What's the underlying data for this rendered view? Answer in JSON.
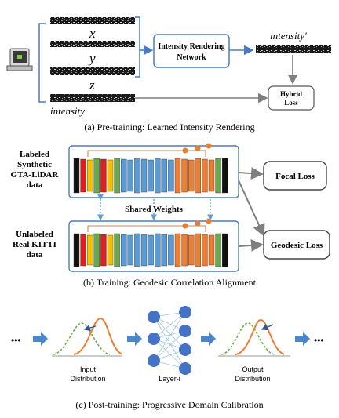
{
  "pretraining": {
    "strip_x": "x",
    "strip_y": "y",
    "strip_z": "z",
    "intensity_label": "intensity",
    "network_line1": "Intensity Rendering",
    "network_line2": "Network",
    "output_label": "intensity′",
    "loss_line1": "Hybrid",
    "loss_line2": "Loss",
    "caption": "(a)  Pre-training: Learned Intensity Rendering"
  },
  "training": {
    "source_line1": "Labeled",
    "source_line2": "Synthetic",
    "source_line3": "GTA-LiDAR",
    "source_line4": "data",
    "target_line1": "Unlabeled",
    "target_line2": "Real KITTI",
    "target_line3": "data",
    "shared_label": "Shared Weights",
    "focal_loss": "Focal Loss",
    "geodesic_loss": "Geodesic Loss",
    "caption": "(b)  Training: Geodesic Correlation Alignment"
  },
  "posttraining": {
    "ellipsis_left": "•••",
    "ellipsis_right": "•••",
    "input_line1": "Input",
    "input_line2": "Distribution",
    "layer_label": "Layer-i",
    "output_line1": "Output",
    "output_line2": "Distribution",
    "caption": "(c)  Post-training: Progressive Domain Calibration"
  },
  "colors": {
    "network_blue": "#4a7ac8",
    "arrow_gray": "#7f7f7f",
    "node_blue": "#4472c4",
    "curve_orange": "#ed7d31",
    "curve_green": "#70ad47",
    "block_red": "#e02020",
    "block_yellow": "#f2c200",
    "block_green": "#6aa84f",
    "block_blue": "#5b9bd5",
    "block_orange": "#ed7d31"
  }
}
